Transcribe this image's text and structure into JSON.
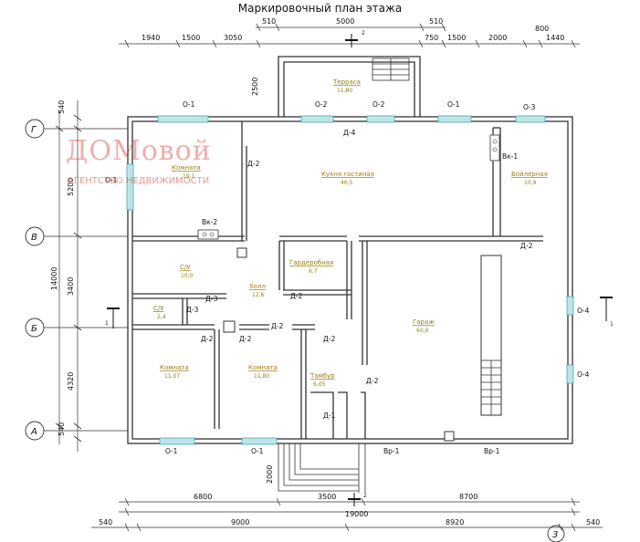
{
  "title": "Маркировочный план этажа",
  "watermark": {
    "name": "ДОМовой",
    "tagline": "АГЕНТСТВО НЕДВИЖИМОСТИ"
  },
  "rooms": [
    {
      "name": "Терраса",
      "area": "11,80"
    },
    {
      "name": "Комната",
      "area": "19,1"
    },
    {
      "name": "Кухня гостиная",
      "area": "46,5"
    },
    {
      "name": "Бойлерная",
      "area": "10,9"
    },
    {
      "name": "С/У",
      "area": "10,0"
    },
    {
      "name": "Гардеробная",
      "area": "6,7"
    },
    {
      "name": "Холл",
      "area": "12,6"
    },
    {
      "name": "Гараж",
      "area": "60,9"
    },
    {
      "name": "С/У",
      "area": "2,4"
    },
    {
      "name": "Комната",
      "area": "11,07"
    },
    {
      "name": "Комната",
      "area": "11,80"
    },
    {
      "name": "Тамбур",
      "area": "6,05"
    }
  ],
  "marks": {
    "window": "О-1",
    "window2": "О-2",
    "window3": "О-3",
    "window4": "О-4",
    "door1": "Д-1",
    "door2": "Д-2",
    "door3": "Д-3",
    "door4": "Д-4",
    "vent1": "Вк-1",
    "vent2": "Вк-2",
    "gate": "Вр-1"
  },
  "axes": {
    "g": "Г",
    "v": "В",
    "b": "Б",
    "a": "А",
    "three": "3"
  },
  "section": {
    "one": "1",
    "two": "2"
  },
  "dims_top": [
    "1940",
    "1500",
    "3050",
    "510",
    "5000",
    "510",
    "750",
    "1500",
    "2000",
    "800",
    "1440"
  ],
  "dims_left": [
    "540",
    "5200",
    "14000",
    "3400",
    "4320",
    "540"
  ],
  "dim_terrace": "2500",
  "dim_porch": "2000",
  "dims_bottom": {
    "left": "6800",
    "mid": "3500",
    "right": "8700",
    "total": "19000",
    "edge_left": "540",
    "a": "9000",
    "b": "8920",
    "edge_right": "540"
  }
}
